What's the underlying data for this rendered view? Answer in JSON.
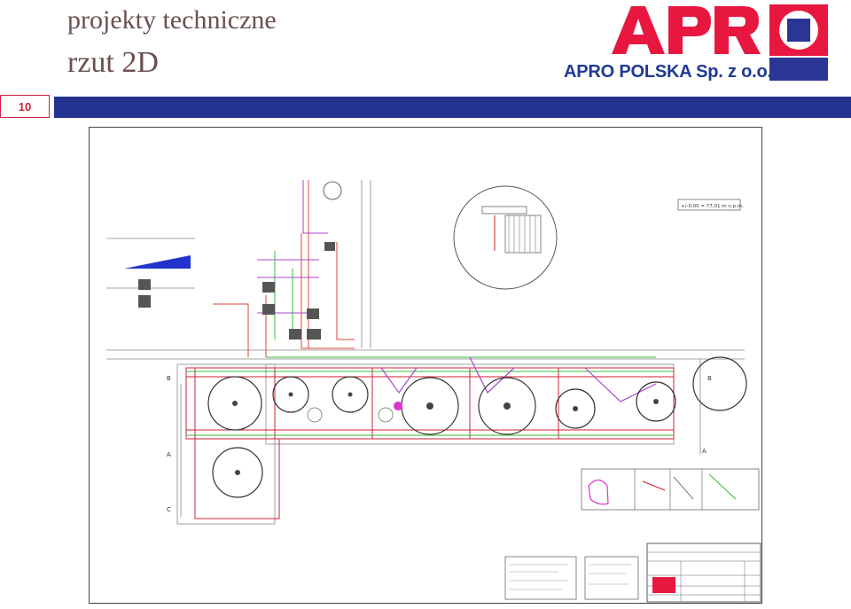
{
  "slide": {
    "title_line1": "projekty techniczne",
    "title_line2": "rzut 2D",
    "page_number": "10",
    "company_name": "APRO POLSKA Sp. z o.o.",
    "logo_text": "APRO"
  },
  "colors": {
    "title": "#6b5050",
    "bar": "#23338f",
    "logo_red": "#e8173f",
    "logo_blue": "#2a3596",
    "company": "#1f3a93",
    "page_number": "#cc2233"
  },
  "drawing": {
    "type": "technical 2D floor plan (rzut 2D)",
    "level_label": "+/-0,00 = 77,01 m n.p.m.",
    "section_markers": [
      "B",
      "B",
      "A",
      "A",
      "C"
    ]
  }
}
